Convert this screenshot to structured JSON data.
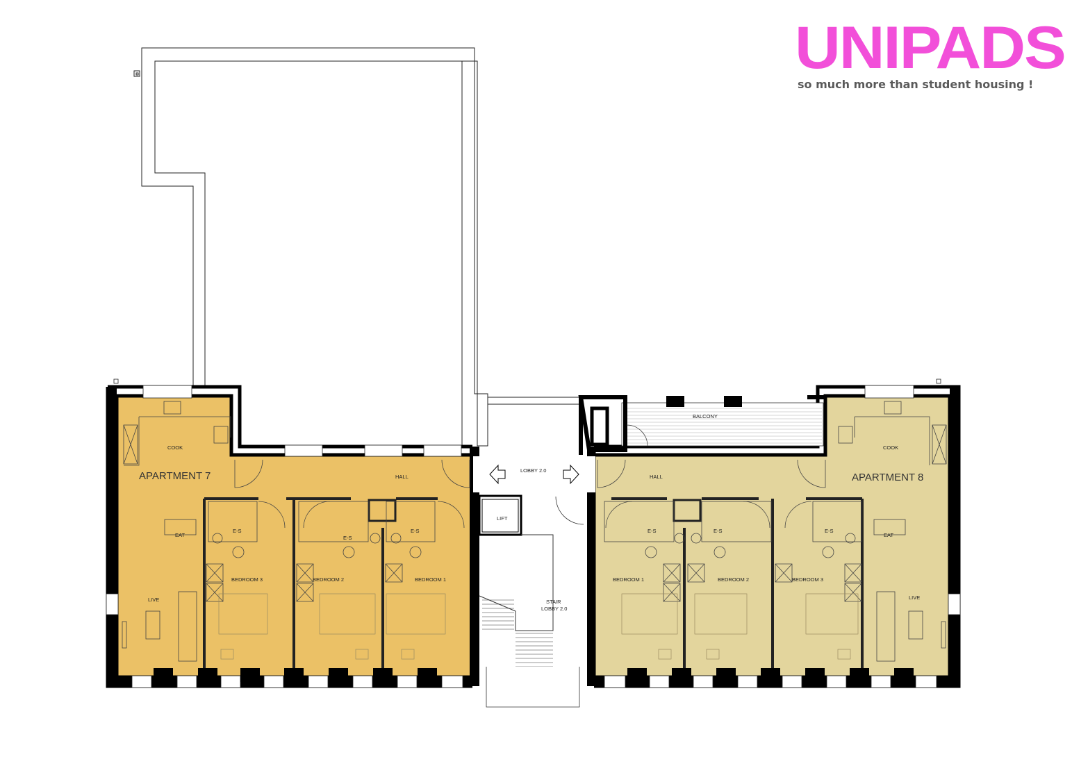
{
  "brand": {
    "name": "UNIPADS",
    "tagline": "so much more than student housing !",
    "color": "#f24fd9"
  },
  "colors": {
    "apartment_7_fill": "#ebc166",
    "apartment_8_fill": "#e3d59d",
    "wall": "#000000"
  },
  "labels": {
    "apartment_7": "APARTMENT 7",
    "apartment_8": "APARTMENT 8",
    "balcony": "BALCONY",
    "lobby": "LOBBY 2.0",
    "lift": "LIFT",
    "stair_line1": "STAIR",
    "stair_line2": "LOBBY 2.0",
    "apt7": {
      "cook": "COOK",
      "hall": "HALL",
      "eat": "EAT",
      "live": "LIVE",
      "es_1": "E-S",
      "es_2": "E-S",
      "es_3": "E-S",
      "bedroom_3": "BEDROOM 3",
      "bedroom_2": "BEDROOM 2",
      "bedroom_1": "BEDROOM 1"
    },
    "apt8": {
      "cook": "COOK",
      "hall": "HALL",
      "eat": "EAT",
      "live": "LIVE",
      "es_1": "E-S",
      "es_2": "E-S",
      "es_3": "E-S",
      "bedroom_1": "BEDROOM 1",
      "bedroom_2": "BEDROOM 2",
      "bedroom_3": "BEDROOM 3"
    }
  }
}
